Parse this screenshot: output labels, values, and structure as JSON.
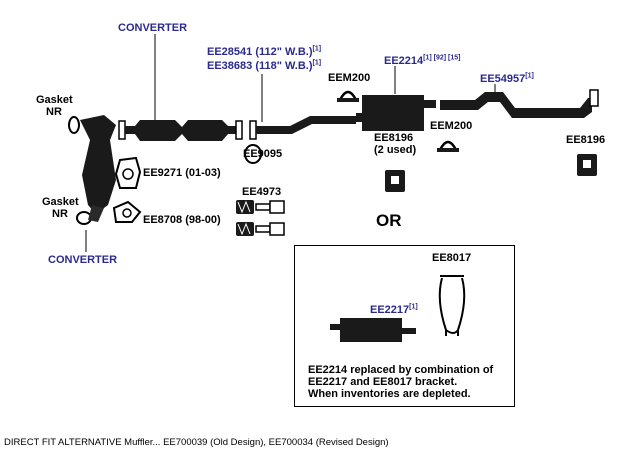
{
  "labels": {
    "converter_top": "CONVERTER",
    "converter_bottom": "CONVERTER",
    "gasket_nr_top_1": "Gasket",
    "gasket_nr_top_2": "NR",
    "gasket_nr_bottom_1": "Gasket",
    "gasket_nr_bottom_2": "NR",
    "pipe_112": "EE28541 (112\" W.B.)",
    "pipe_112_sup": "[1]",
    "pipe_118": "EE38683 (118\" W.B.)",
    "pipe_118_sup": "[1]",
    "eem200_top": "EEM200",
    "ee2214": "EE2214",
    "ee2214_sup": "[1] [92] [15]",
    "ee54957": "EE54957",
    "ee54957_sup": "[1]",
    "ee8196_mid_1": "EE8196",
    "ee8196_mid_2": "(2 used)",
    "eem200_bottom": "EEM200",
    "ee8196_right": "EE8196",
    "ee9095": "EE9095",
    "ee9271": "EE9271 (01-03)",
    "ee4973": "EE4973",
    "ee8708": "EE8708 (98-00)",
    "or": "OR",
    "ee8017": "EE8017",
    "ee2217": "EE2217",
    "ee2217_sup": "[1]"
  },
  "note": {
    "line1": "EE2214 replaced by combination of",
    "line2": "EE2217 and EE8017 bracket.",
    "line3": "When inventories are depleted."
  },
  "caption": "DIRECT FIT ALTERNATIVE Muffler... EE700039 (Old Design), EE700034 (Revised Design)",
  "colors": {
    "label_blue": "#2b2a8c",
    "parts": "#111111"
  }
}
